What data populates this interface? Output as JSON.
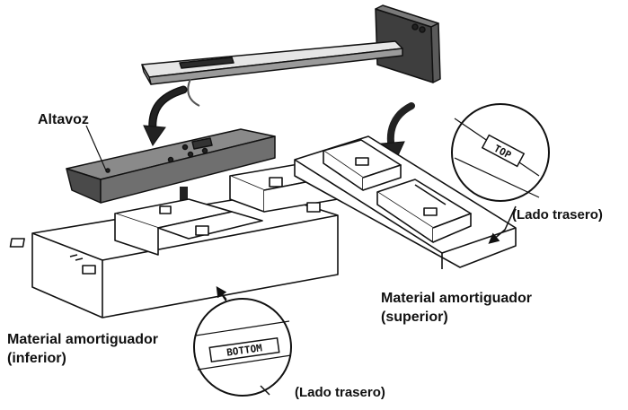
{
  "labels": {
    "speaker": "Altavoz",
    "upper_line1": "Material amortiguador",
    "upper_line2": "(superior)",
    "lower_line1": "Material amortiguador",
    "lower_line2": "(inferior)",
    "rear_side_top": "(Lado trasero)",
    "rear_side_bottom": "(Lado trasero)"
  },
  "stamps": {
    "top": "TOP",
    "bottom": "BOTTOM"
  },
  "colors": {
    "outline": "#111111",
    "speaker_gray": "#6f6f6f",
    "speaker_dark": "#4a4a4a",
    "foam_white": "#ffffff",
    "arm_light": "#e6e6e6",
    "arm_dark": "#3e3e3e"
  }
}
